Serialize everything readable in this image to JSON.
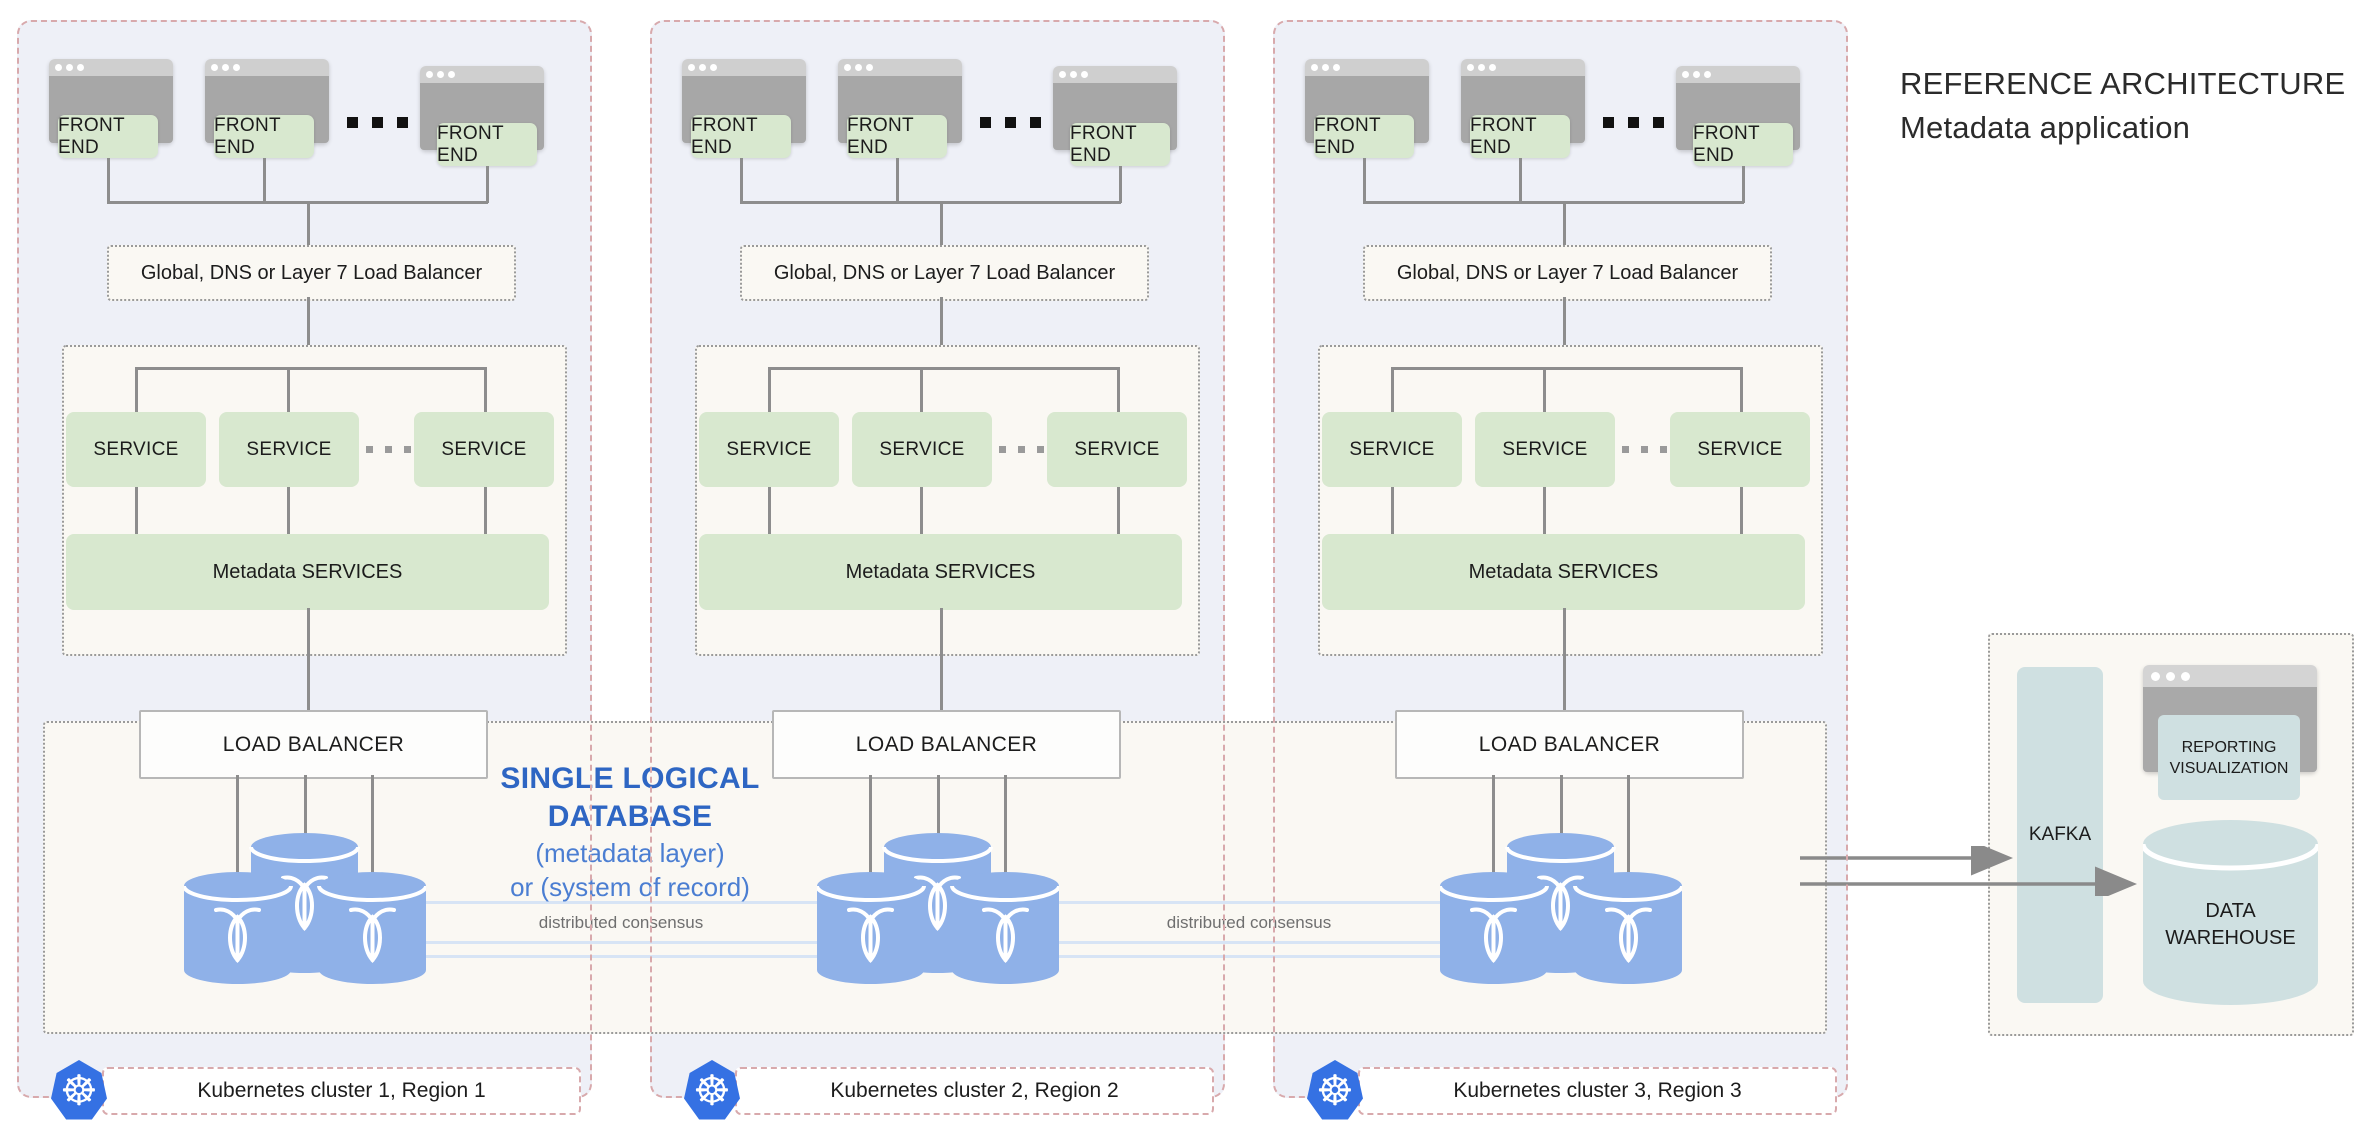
{
  "title": {
    "line1": "REFERENCE ARCHITECTURE",
    "line2": "Metadata application"
  },
  "clusters": [
    {
      "label": "Kubernetes cluster 1, Region 1",
      "front_ends": [
        "FRONT END",
        "FRONT END",
        "FRONT END"
      ],
      "global_load_balancer": "Global, DNS or Layer 7 Load Balancer",
      "services": [
        "SERVICE",
        "SERVICE",
        "SERVICE"
      ],
      "metadata_services": "Metadata SERVICES",
      "load_balancer": "LOAD BALANCER"
    },
    {
      "label": "Kubernetes cluster 2, Region 2",
      "front_ends": [
        "FRONT END",
        "FRONT END",
        "FRONT END"
      ],
      "global_load_balancer": "Global, DNS or Layer 7 Load Balancer",
      "services": [
        "SERVICE",
        "SERVICE",
        "SERVICE"
      ],
      "metadata_services": "Metadata SERVICES",
      "load_balancer": "LOAD BALANCER"
    },
    {
      "label": "Kubernetes cluster 3, Region 3",
      "front_ends": [
        "FRONT END",
        "FRONT END",
        "FRONT END"
      ],
      "global_load_balancer": "Global, DNS or Layer 7 Load Balancer",
      "services": [
        "SERVICE",
        "SERVICE",
        "SERVICE"
      ],
      "metadata_services": "Metadata SERVICES",
      "load_balancer": "LOAD BALANCER"
    }
  ],
  "database_callout": {
    "line1": "SINGLE LOGICAL",
    "line2": "DATABASE",
    "line3": "(metadata layer)",
    "line4": "or (system of record)"
  },
  "consensus_labels": [
    "distributed consensus",
    "distributed consensus"
  ],
  "pipeline": {
    "kafka": "KAFKA",
    "reporting_line1": "REPORTING",
    "reporting_line2": "VISUALIZATION",
    "warehouse_line1": "DATA",
    "warehouse_line2": "WAREHOUSE"
  },
  "colors": {
    "cluster_bg": "#eef0f7",
    "cluster_border": "#d8a9ac",
    "panel_bg": "#faf8f3",
    "node_green": "#d8e8cf",
    "database_blue": "#8fb1e8",
    "callout_blue": "#2e66c3",
    "teal": "#cfe0e1",
    "kubernetes_blue": "#3571e3",
    "line_gray": "#8d8d8d",
    "consensus_line": "#d7e4f5"
  }
}
